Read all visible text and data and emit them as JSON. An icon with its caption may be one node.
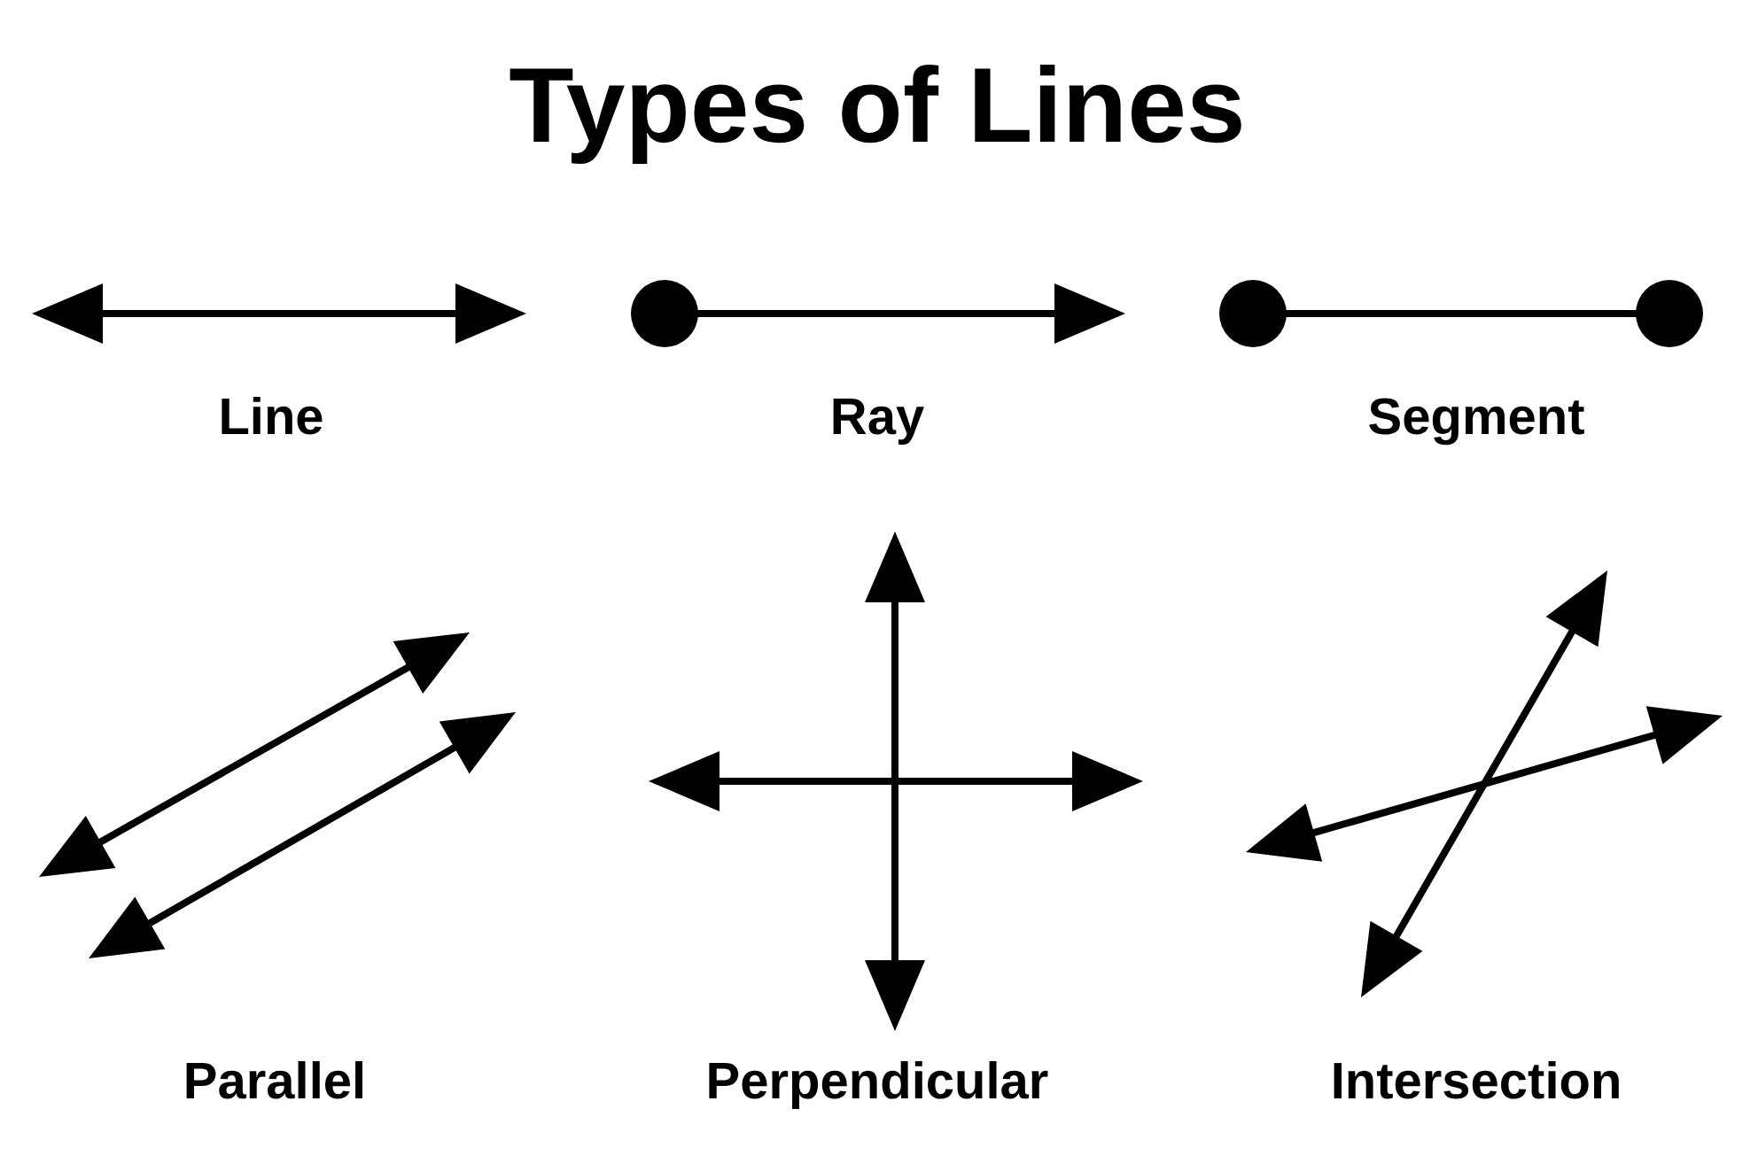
{
  "diagram": {
    "title": "Types of Lines",
    "labels": [
      "Line",
      "Ray",
      "Segment",
      "Parallel",
      "Perpendicular",
      "Intersection"
    ]
  }
}
